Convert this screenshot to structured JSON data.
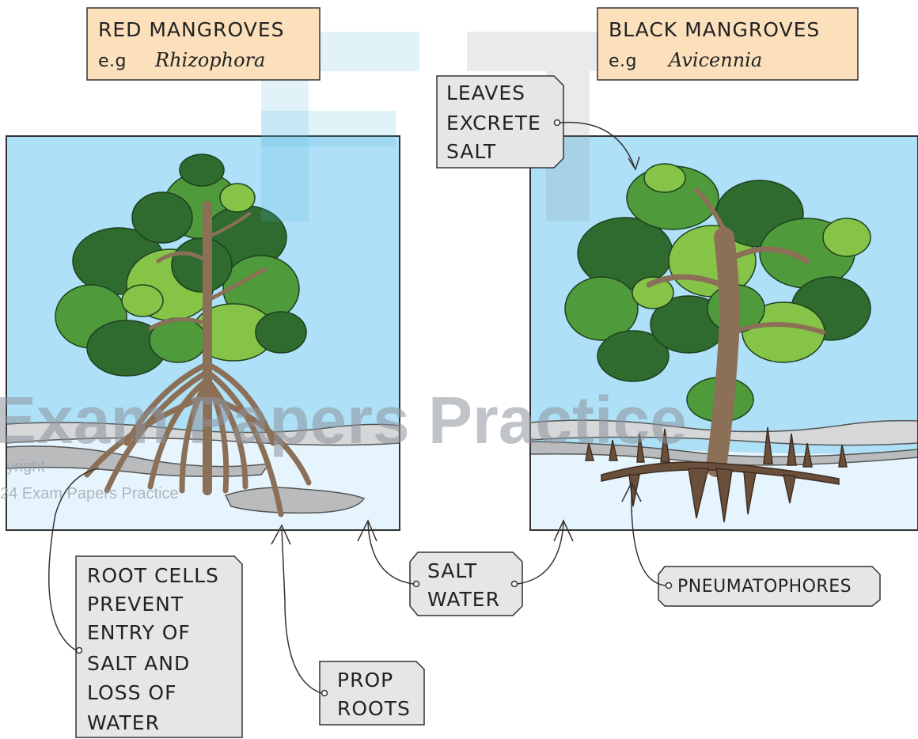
{
  "titles": {
    "red": {
      "name": "RED  MANGROVES",
      "eg": "e.g",
      "species": "Rhizophora"
    },
    "black": {
      "name": "BLACK  MANGROVES",
      "eg": "e.g",
      "species": "Avicennia"
    }
  },
  "labels": {
    "leaves": [
      "LEAVES",
      "EXCRETE",
      "SALT"
    ],
    "root_cells": [
      "ROOT CELLS",
      "PREVENT",
      "ENTRY  OF",
      "SALT  AND",
      "LOSS  OF",
      "WATER"
    ],
    "prop_roots": [
      "PROP",
      "ROOTS"
    ],
    "salt_water": [
      "SALT",
      "WATER"
    ],
    "pneumatophores": "PNEUMATOPHORES"
  },
  "watermark": {
    "brand": "Exam Papers Practice",
    "copyright_1": "yright",
    "copyright_2": "24 Exam Papers Practice"
  },
  "colors": {
    "sky": "#aee0f7",
    "water": "#e6f5fd",
    "mud": "#bfc1c2",
    "bark": "#8b6f57",
    "leaf_dark": "#2f6b2f",
    "leaf_mid": "#4f9a3a",
    "leaf_light": "#86c447",
    "title_box": "#fce0bc",
    "label_box": "#e6e6e6"
  }
}
